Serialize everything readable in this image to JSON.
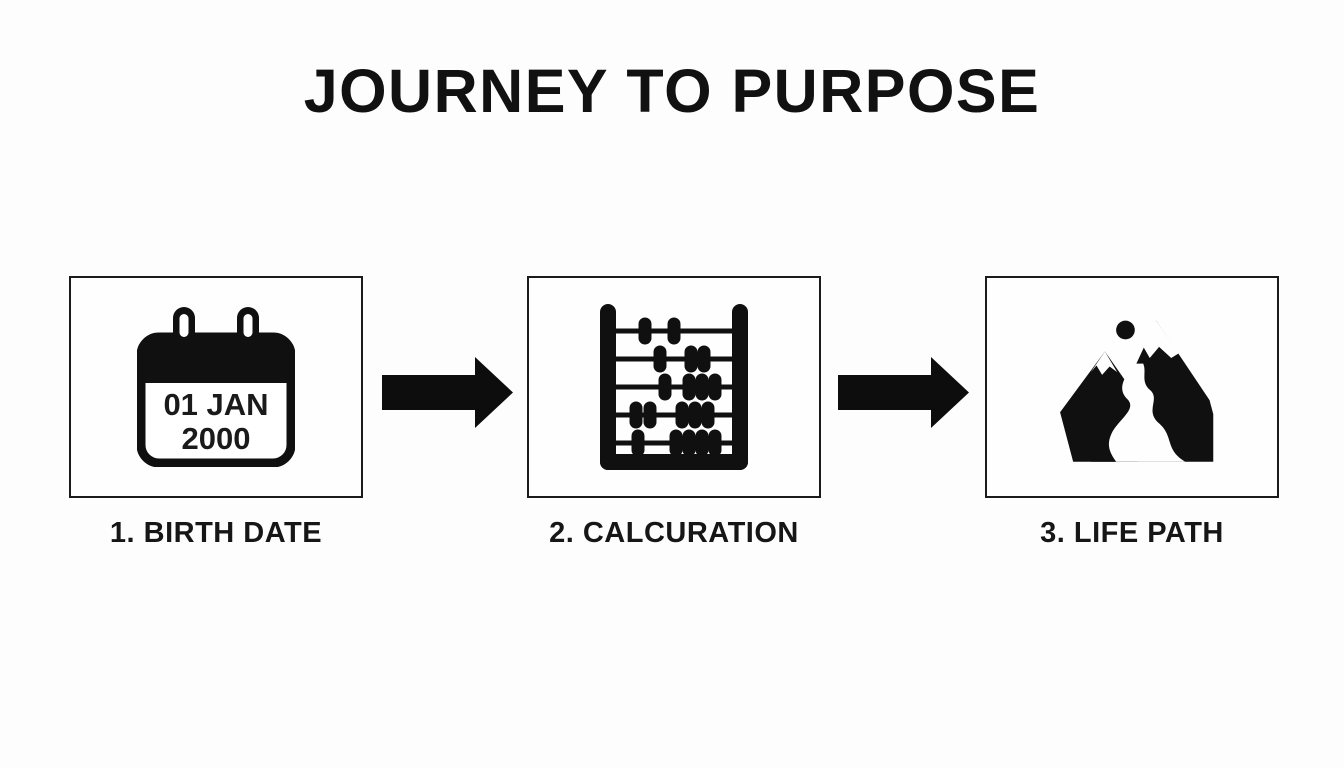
{
  "page": {
    "title": "JOURNEY TO PURPOSE",
    "colors": {
      "background": "#fdfdfd",
      "ink": "#111111",
      "box_border": "#1b1b1b",
      "box_background": "#fefefe"
    }
  },
  "steps": [
    {
      "label": "1. BIRTH DATE",
      "icon": "calendar-icon",
      "calendar_line1": "01 JAN",
      "calendar_line2": "2000"
    },
    {
      "label": "2. CALCURATION",
      "icon": "abacus-icon"
    },
    {
      "label": "3. LIFE PATH",
      "icon": "mountain-path-icon"
    }
  ],
  "connectors": [
    {
      "icon": "arrow-right-icon"
    },
    {
      "icon": "arrow-right-icon"
    }
  ]
}
